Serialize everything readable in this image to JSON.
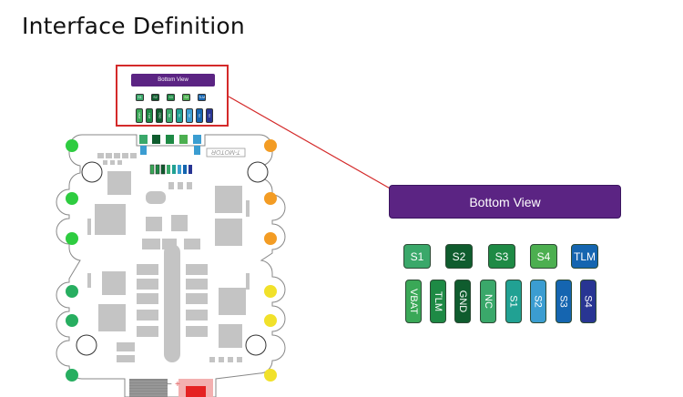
{
  "page": {
    "title": "Interface Definition"
  },
  "callout": {
    "banner_label": "Bottom View",
    "pads": [
      {
        "label": "S1",
        "color": "#3aa86a"
      },
      {
        "label": "S2",
        "color": "#0f5c2e"
      },
      {
        "label": "S3",
        "color": "#1e8a45"
      },
      {
        "label": "S4",
        "color": "#4caf50"
      },
      {
        "label": "TLM",
        "color": "#1565b0"
      }
    ],
    "pins": [
      {
        "label": "VBAT",
        "color": "#3aa857"
      },
      {
        "label": "TLM",
        "color": "#1e8a45"
      },
      {
        "label": "GND",
        "color": "#0f5c2e"
      },
      {
        "label": "NC",
        "color": "#3aa86a"
      },
      {
        "label": "S1",
        "color": "#21a193"
      },
      {
        "label": "S2",
        "color": "#3b9dd1"
      },
      {
        "label": "S3",
        "color": "#1565b0"
      },
      {
        "label": "S4",
        "color": "#283593"
      }
    ]
  },
  "board": {
    "logo_text": "T-MOTOR",
    "power_labels": {
      "negative": "−",
      "positive": "+"
    },
    "left_pads_colors": [
      "#2ecc40",
      "#2ecc40",
      "#2ecc40",
      "#27ae60",
      "#27ae60",
      "#27ae60"
    ],
    "right_pads_colors": [
      "#f39c24",
      "#f39c24",
      "#f39c24",
      "#f1e12a",
      "#f1e12a",
      "#f1e12a"
    ]
  },
  "colors": {
    "accent_purple": "#5b2483",
    "callout_red": "#d42a2a"
  }
}
